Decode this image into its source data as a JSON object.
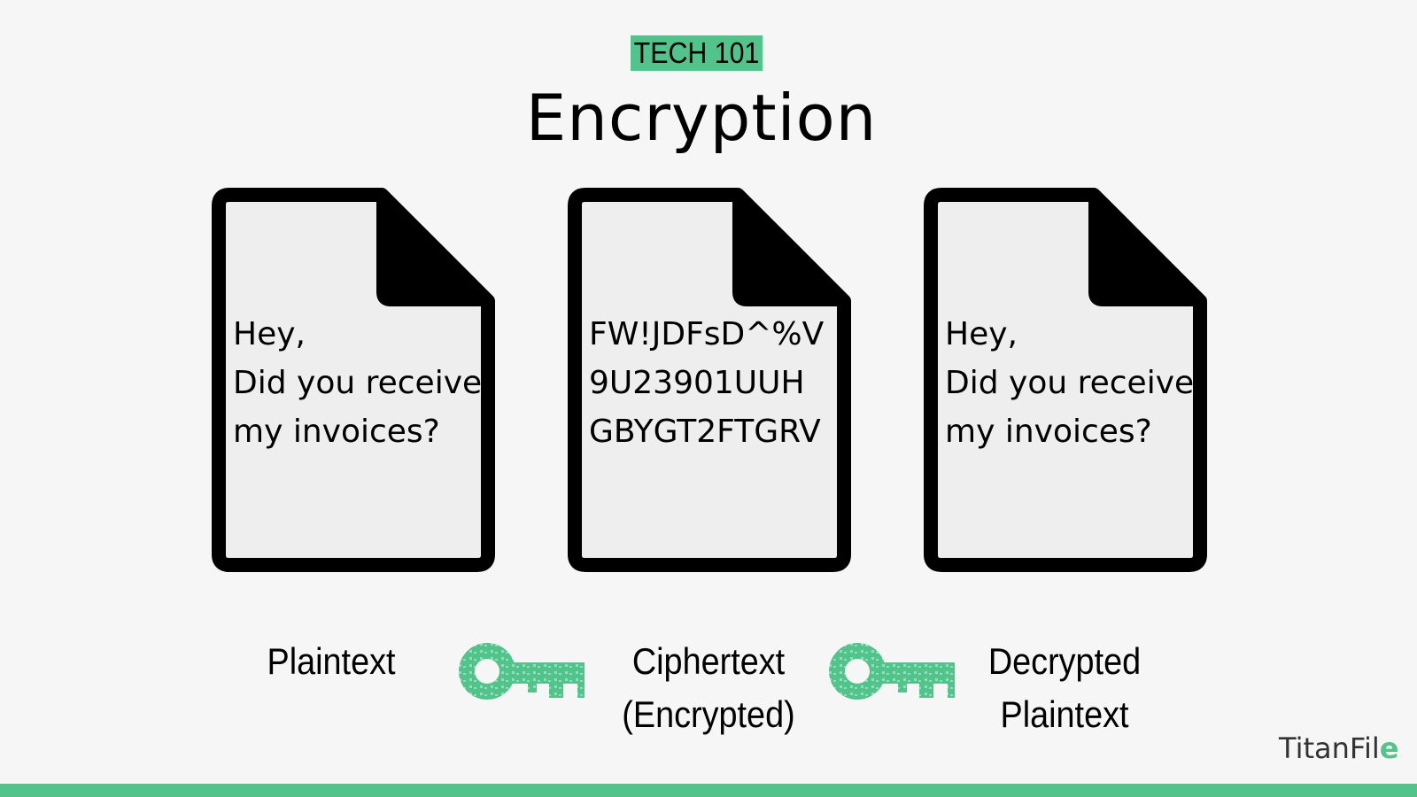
{
  "header": {
    "tag": "TECH 101",
    "title": "Encryption"
  },
  "documents": [
    {
      "lines": [
        "Hey,",
        "Did you receive",
        "my invoices?"
      ]
    },
    {
      "lines": [
        "FW!JDFsD^%V",
        "9U23901UUH",
        "GBYGT2FTGRV"
      ]
    },
    {
      "lines": [
        "Hey,",
        "Did you receive",
        "my invoices?"
      ]
    }
  ],
  "labels": {
    "plaintext": [
      "Plaintext"
    ],
    "ciphertext": [
      "Ciphertext",
      "(Encrypted)"
    ],
    "decrypted": [
      "Decrypted",
      "Plaintext"
    ]
  },
  "logo": {
    "text": "TitanFil",
    "mark": "e"
  },
  "colors": {
    "accent": "#52c48b",
    "background": "#f6f6f6",
    "document_fill": "#eeeeee",
    "document_outline": "#000000"
  },
  "icons": [
    "document-icon",
    "key-icon"
  ]
}
